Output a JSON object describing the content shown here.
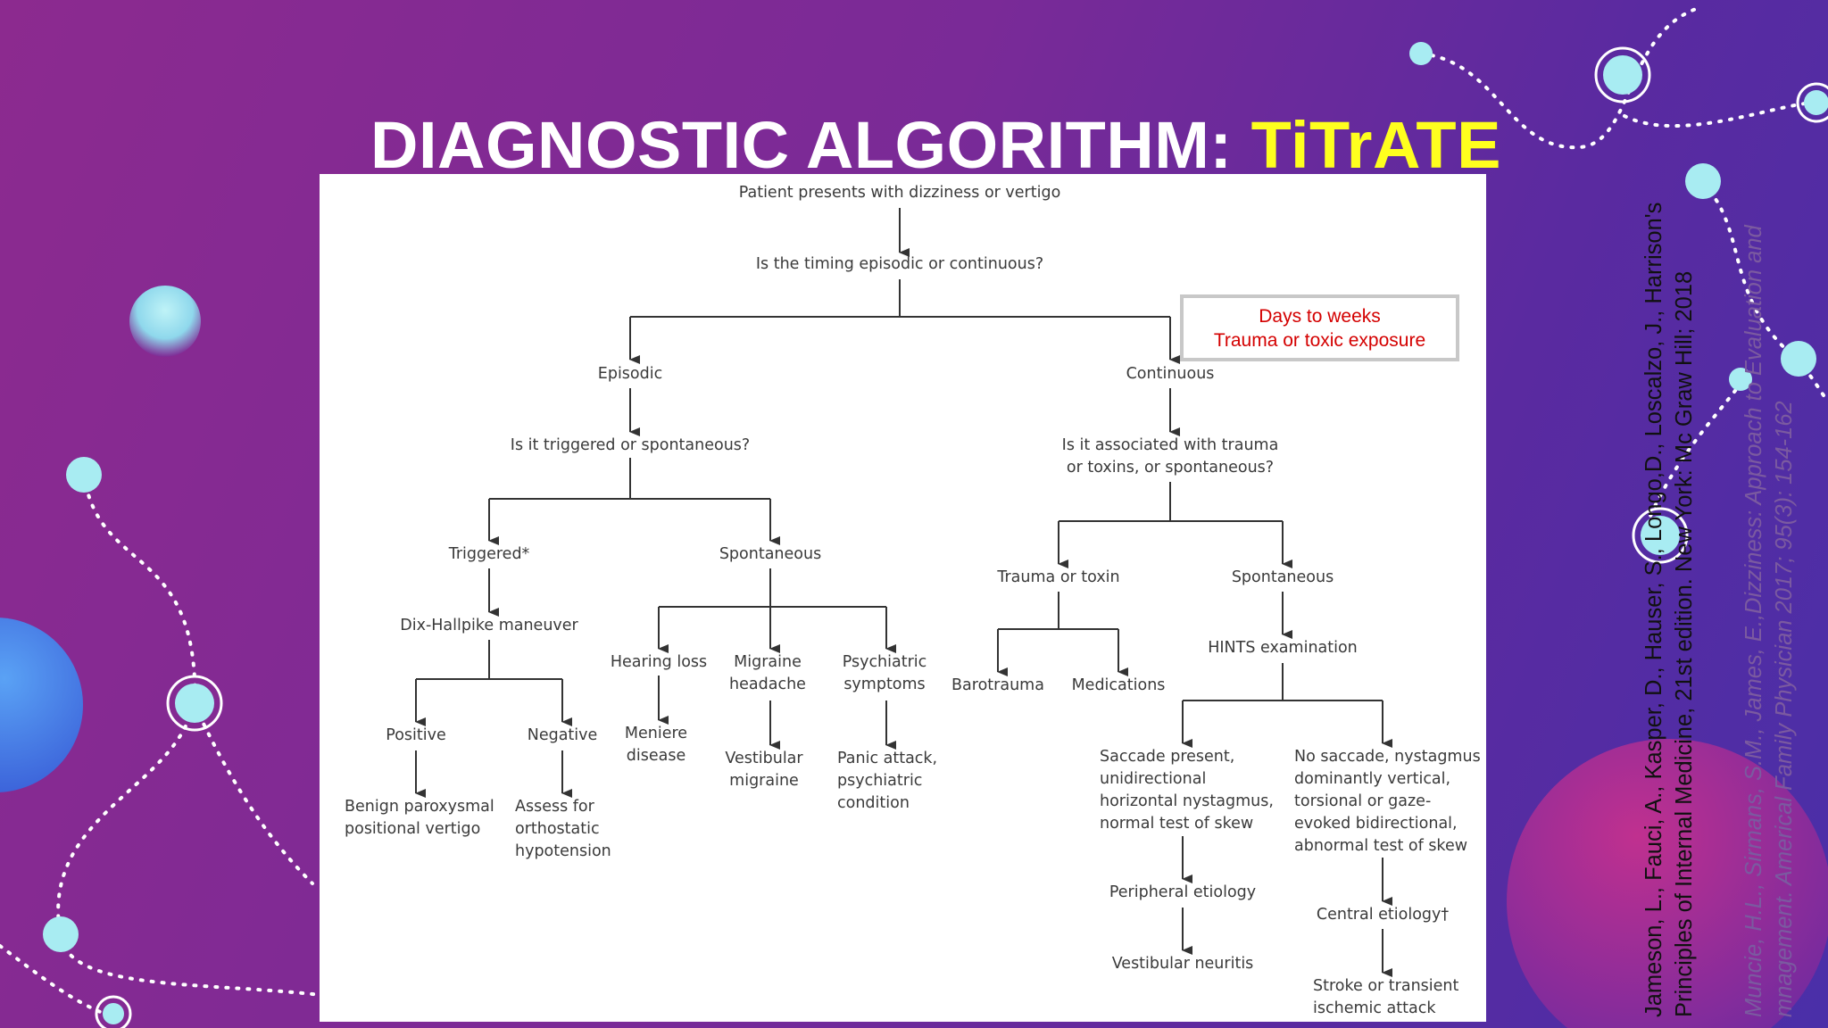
{
  "slide": {
    "title_main": "DIAGNOSTIC ALGORITHM: ",
    "title_accent": "TiTrATE"
  },
  "colors": {
    "background": "#7f2a95",
    "title": "#ffffff",
    "accent": "#ffff1e",
    "callout_text": "#d40000",
    "deco_circle": "#a8ecf2"
  },
  "callout": {
    "line1": "Days to weeks",
    "line2": "Trauma or toxic exposure"
  },
  "flowchart": {
    "root": "Patient presents with dizziness or vertigo",
    "q_timing": "Is the timing episodic or continuous?",
    "episodic": "Episodic",
    "continuous": "Continuous",
    "q_triggered_1": "Is it triggered or spontaneous?",
    "triggered": "Triggered*",
    "spontaneous_left": "Spontaneous",
    "dix_hallpike": "Dix-Hallpike maneuver",
    "positive": "Positive",
    "negative": "Negative",
    "bppv_1": "Benign paroxysmal",
    "bppv_2": "positional vertigo",
    "orth_1": "Assess for",
    "orth_2": "orthostatic",
    "orth_3": "hypotension",
    "hearing_loss": "Hearing loss",
    "meniere_1": "Meniere",
    "meniere_2": "disease",
    "migraine_h_1": "Migraine",
    "migraine_h_2": "headache",
    "vest_mig_1": "Vestibular",
    "vest_mig_2": "migraine",
    "psych_1": "Psychiatric",
    "psych_2": "symptoms",
    "panic_1": "Panic attack,",
    "panic_2": "psychiatric",
    "panic_3": "condition",
    "q_trauma_1": "Is it associated with trauma",
    "q_trauma_2": "or toxins, or spontaneous?",
    "trauma_toxin": "Trauma or toxin",
    "spontaneous_right": "Spontaneous",
    "barotrauma": "Barotrauma",
    "medications": "Medications",
    "hints": "HINTS examination",
    "saccade_1": "Saccade present,",
    "saccade_2": "unidirectional",
    "saccade_3": "horizontal nystagmus,",
    "saccade_4": "normal test of skew",
    "nosaccade_1": "No saccade, nystagmus",
    "nosaccade_2": "dominantly vertical,",
    "nosaccade_3": "torsional or gaze-",
    "nosaccade_4": "evoked bidirectional,",
    "nosaccade_5": "abnormal test of skew",
    "peripheral": "Peripheral etiology",
    "vest_neuritis": "Vestibular neuritis",
    "central": "Central etiology†",
    "stroke_1": "Stroke or transient",
    "stroke_2": "ischemic attack"
  },
  "citations": {
    "ref1_line1": "Jameson, L., Fauci, A., Kasper, D., Hauser, S., Longo,D.,  Loscalzo, J., Harrison's",
    "ref1_line2": "Principles of Internal Medicine, 21st edition. New York: Mc Graw Hill; 2018",
    "ref2_line1": "Muncie, H.L., Sirmans, S.M., James, E.,Dizziness: Approach to Evaluation and",
    "ref2_line2": "mnagement. Americal Family Physician 2017; 95(3): 154-162"
  }
}
